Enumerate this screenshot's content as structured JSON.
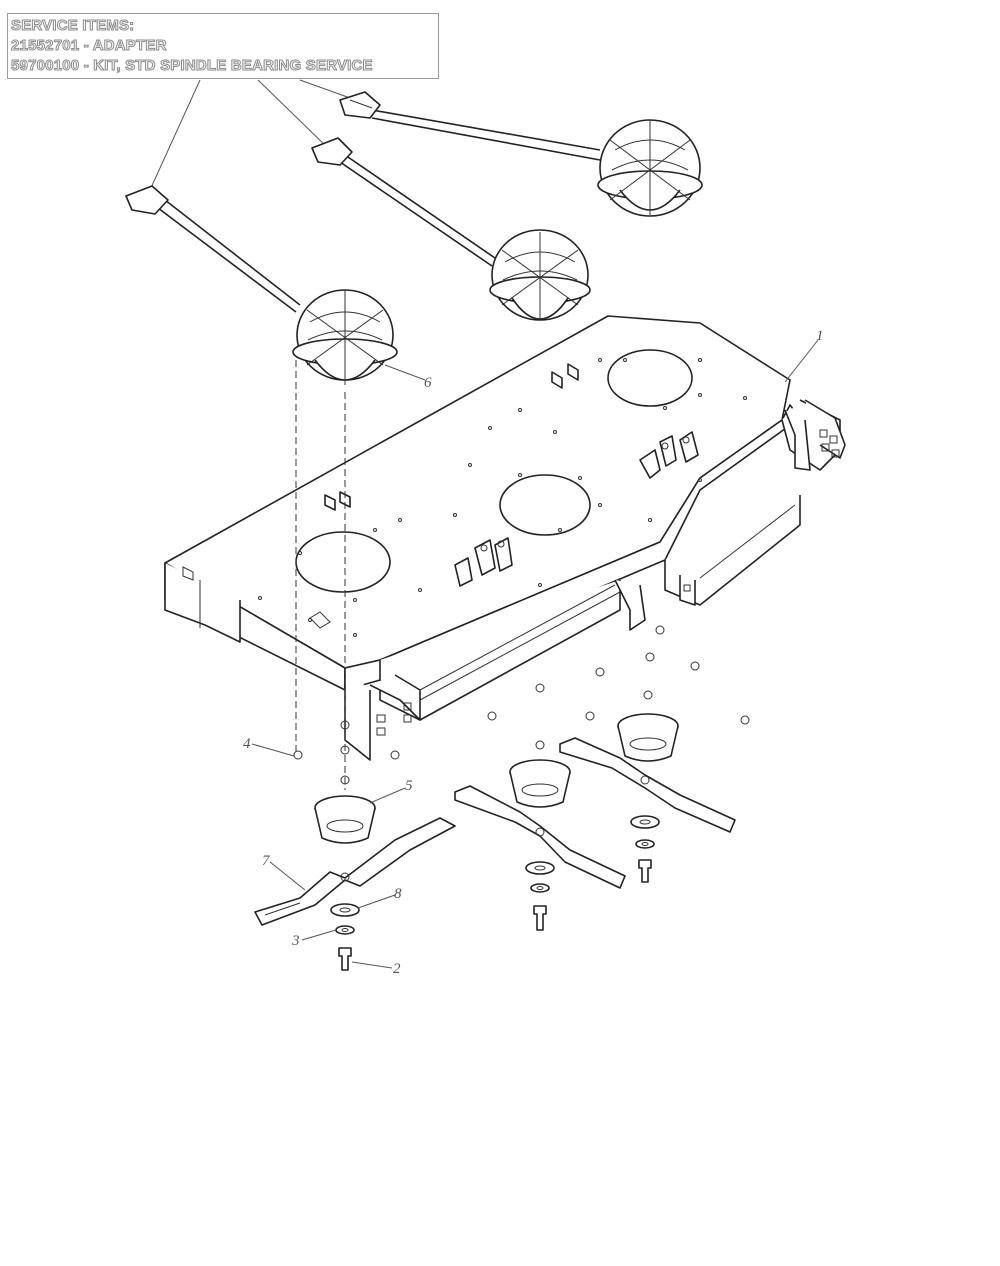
{
  "service_items": {
    "heading": "SERVICE ITEMS:",
    "line1": "21552701 - ADAPTER",
    "line2": "59700100 - KIT, STD SPINDLE BEARING SERVICE"
  },
  "callouts": {
    "c1": "1",
    "c2": "2",
    "c3": "3",
    "c4": "4",
    "c5": "5",
    "c6": "6",
    "c7": "7",
    "c8": "8"
  }
}
